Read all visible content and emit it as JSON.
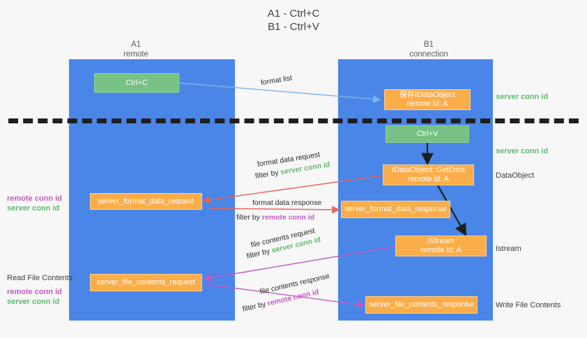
{
  "title": "A1 - Ctrl+C\nB1 - Ctrl+V",
  "lanes": [
    {
      "id": "a1",
      "title": "A1\nremote"
    },
    {
      "id": "b1",
      "title": "B1\nconnection"
    }
  ],
  "nodes": {
    "ctrl_c": "Ctrl+C",
    "save_idataobject": "保存IDataObject\nremote id: A",
    "ctrl_v": "Ctrl+V",
    "getdata": "IDataObject::GetData\nremote id: A",
    "server_format_data_request": "server_format_data_request",
    "server_format_data_response": "server_format_data_response",
    "istream": "IStream\nremote id: A",
    "server_file_contents_request": "server_file_contents_request",
    "server_file_contents_response": "server_file_contents_response"
  },
  "edges": {
    "format_list": "format list",
    "format_data_request": "format data request",
    "format_data_request_filter_prefix": "filter by ",
    "format_data_request_filter_key": "server conn id",
    "format_data_response": "format data response",
    "format_data_response_filter_prefix": "filter by ",
    "format_data_response_filter_key": "remote conn id",
    "file_contents_request": "file contents request",
    "file_contents_request_filter_prefix": "filter by ",
    "file_contents_request_filter_key": "server conn id",
    "file_contents_response": "file contents response",
    "file_contents_response_filter_prefix": "filter by ",
    "file_contents_response_filter_key": "remote conn id"
  },
  "annotations": {
    "right_server_conn_id_top": "server conn id",
    "right_server_conn_id_mid": "server conn id",
    "right_dataobject": "DataObject",
    "right_istream": "Istream",
    "right_write_file_contents": "Write File Contents",
    "left_remote_conn_id_1": "remote conn id",
    "left_server_conn_id_1": "server conn id",
    "left_read_file_contents": "Read File Contents",
    "left_remote_conn_id_2": "remote conn id",
    "left_server_conn_id_2": "server conn id"
  },
  "colors": {
    "lane": "#4a86e8",
    "green_node": "#76c183",
    "orange_node": "#fbad4a",
    "server_conn_id": "#61b96f",
    "remote_conn_id": "#c45ac4",
    "arrow_blue": "#7fb3e8",
    "arrow_black": "#1f1f1f",
    "arrow_red": "#e8645a",
    "arrow_magenta": "#c45ac4"
  }
}
